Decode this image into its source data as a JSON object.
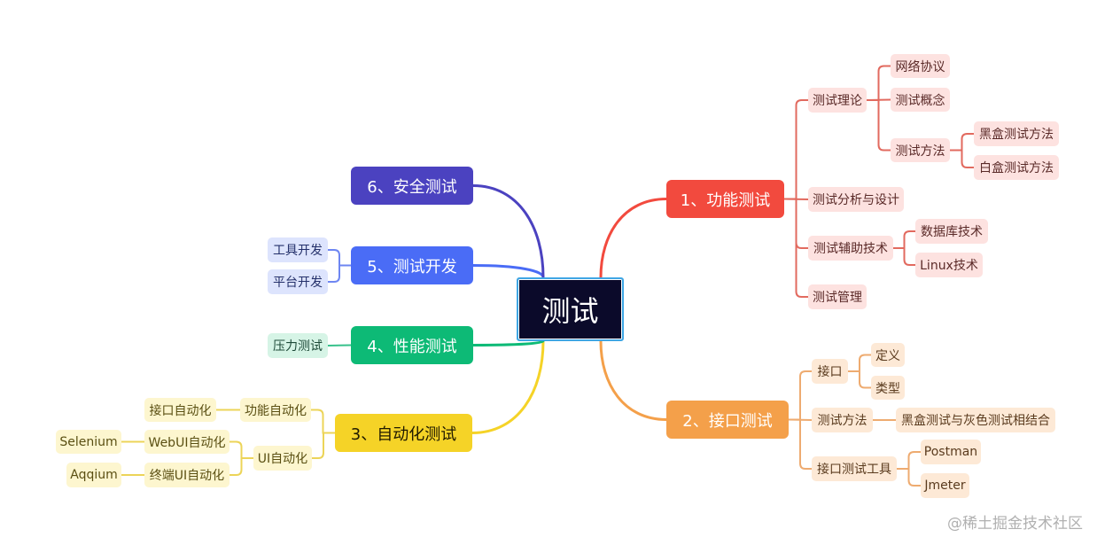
{
  "root": "测试",
  "branches": [
    {
      "label": "1、功能测试",
      "color": "#f24a3e",
      "children": [
        {
          "label": "测试理论",
          "children": [
            {
              "label": "网络协议"
            },
            {
              "label": "测试概念"
            },
            {
              "label": "测试方法",
              "children": [
                {
                  "label": "黑盒测试方法"
                },
                {
                  "label": "白盒测试方法"
                }
              ]
            }
          ]
        },
        {
          "label": "测试分析与设计"
        },
        {
          "label": "测试辅助技术",
          "children": [
            {
              "label": "数据库技术"
            },
            {
              "label": "Linux技术"
            }
          ]
        },
        {
          "label": "测试管理"
        }
      ]
    },
    {
      "label": "2、接口测试",
      "color": "#f4a04a",
      "children": [
        {
          "label": "接口",
          "children": [
            {
              "label": "定义"
            },
            {
              "label": "类型"
            }
          ]
        },
        {
          "label": "测试方法",
          "children": [
            {
              "label": "黑盒测试与灰色测试相结合"
            }
          ]
        },
        {
          "label": "接口测试工具",
          "children": [
            {
              "label": "Postman"
            },
            {
              "label": "Jmeter"
            }
          ]
        }
      ]
    },
    {
      "label": "3、自动化测试",
      "color": "#f5d327",
      "children": [
        {
          "label": "功能自动化",
          "children": [
            {
              "label": "接口自动化"
            }
          ]
        },
        {
          "label": "UI自动化",
          "children": [
            {
              "label": "WebUI自动化",
              "children": [
                {
                  "label": "Selenium"
                }
              ]
            },
            {
              "label": "终端UI自动化",
              "children": [
                {
                  "label": "Aqqium"
                }
              ]
            }
          ]
        }
      ]
    },
    {
      "label": "4、性能测试",
      "color": "#0dba76",
      "children": [
        {
          "label": "压力测试"
        }
      ]
    },
    {
      "label": "5、测试开发",
      "color": "#4a6cf6",
      "children": [
        {
          "label": "工具开发"
        },
        {
          "label": "平台开发"
        }
      ]
    },
    {
      "label": "6、安全测试",
      "color": "#4b42c0",
      "children": []
    }
  ],
  "watermark": "@稀土掘金技术社区"
}
